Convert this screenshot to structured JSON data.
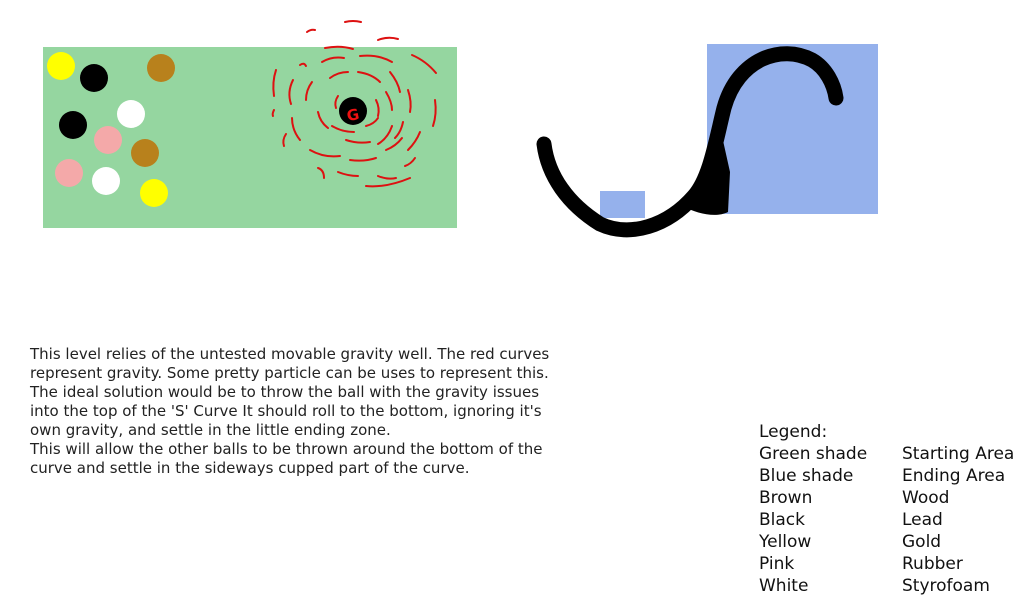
{
  "gravity_well": {
    "label": "G"
  },
  "description": {
    "lines": [
      "This level relies of the untested movable gravity well. The red curves represent gravity. Some pretty particle can be uses to represent this.",
      "The ideal solution would be to throw the ball with the gravity issues into the top of the 'S' Curve It should roll to the bottom, ignoring it's own gravity, and settle in the little ending zone.",
      "This will allow the other balls to be thrown around the bottom of the curve and settle in the sideways cupped part of the curve."
    ]
  },
  "legend": {
    "title": "Legend:",
    "items": [
      {
        "key": "Green shade",
        "value": "Starting Area"
      },
      {
        "key": "Blue shade",
        "value": "Ending Area"
      },
      {
        "key": "Brown",
        "value": "Wood"
      },
      {
        "key": "Black",
        "value": "Lead"
      },
      {
        "key": "Yellow",
        "value": "Gold"
      },
      {
        "key": "Pink",
        "value": "Rubber"
      },
      {
        "key": "White",
        "value": "Styrofoam"
      }
    ]
  },
  "colors": {
    "starting_area": "#95d6a0",
    "ending_area": "#95b1ec",
    "wood": "#b8811c",
    "lead": "#000000",
    "gold": "#ffff00",
    "rubber": "#f4a9a9",
    "styrofoam": "#ffffff",
    "gravity": "#dd1111"
  }
}
